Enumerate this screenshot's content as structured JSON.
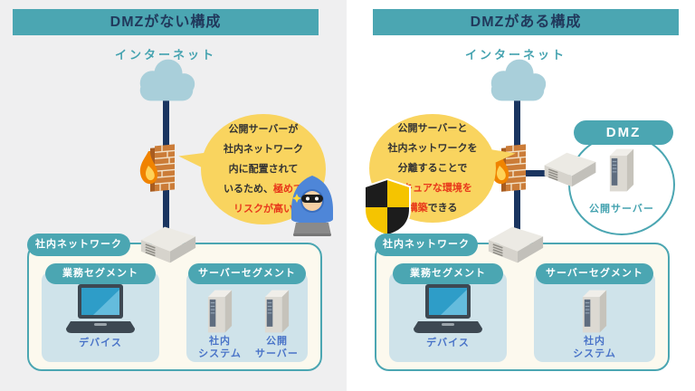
{
  "colors": {
    "teal": "#4BA6B2",
    "title_text": "#21395C",
    "navy_line": "#1A3560",
    "cloud_blue": "#A9CFDA",
    "callout_yellow": "#F9D45F",
    "alert_red": "#E8391B",
    "network_box_bg": "#FCF9EE",
    "segment_bg": "#CFE3EA",
    "item_label_blue": "#4A74C8",
    "left_panel_bg": "#EFEFF0",
    "right_panel_bg": "#FFFFFF"
  },
  "left": {
    "title": "DMZがない構成",
    "internet_label": "インターネット",
    "callout": {
      "line1": "公開サーバーが",
      "line2": "社内ネットワーク",
      "line3": "内に配置されて",
      "line4_normal": "いるため、",
      "line4_alert": "極めて",
      "line5_alert": "リスクが高い"
    },
    "network": {
      "label": "社内ネットワーク",
      "segments": [
        {
          "label": "業務セグメント",
          "items": [
            {
              "icon": "laptop-icon",
              "label_line1": "デバイス"
            }
          ]
        },
        {
          "label": "サーバーセグメント",
          "items": [
            {
              "icon": "server-icon",
              "label_line1": "社内",
              "label_line2": "システム"
            },
            {
              "icon": "server-icon",
              "label_line1": "公開",
              "label_line2": "サーバー"
            }
          ]
        }
      ]
    }
  },
  "right": {
    "title": "DMZがある構成",
    "internet_label": "インターネット",
    "callout": {
      "line1": "公開サーバーと",
      "line2": "社内ネットワークを",
      "line3": "分離することで",
      "line4_alert": "セキュアな環境を",
      "line5_alert": "構築",
      "line5_normal": "できる"
    },
    "dmz": {
      "label": "DMZ",
      "server_label": "公開サーバー"
    },
    "network": {
      "label": "社内ネットワーク",
      "segments": [
        {
          "label": "業務セグメント",
          "items": [
            {
              "icon": "laptop-icon",
              "label_line1": "デバイス"
            }
          ]
        },
        {
          "label": "サーバーセグメント",
          "items": [
            {
              "icon": "server-icon",
              "label_line1": "社内",
              "label_line2": "システム"
            }
          ]
        }
      ]
    }
  }
}
